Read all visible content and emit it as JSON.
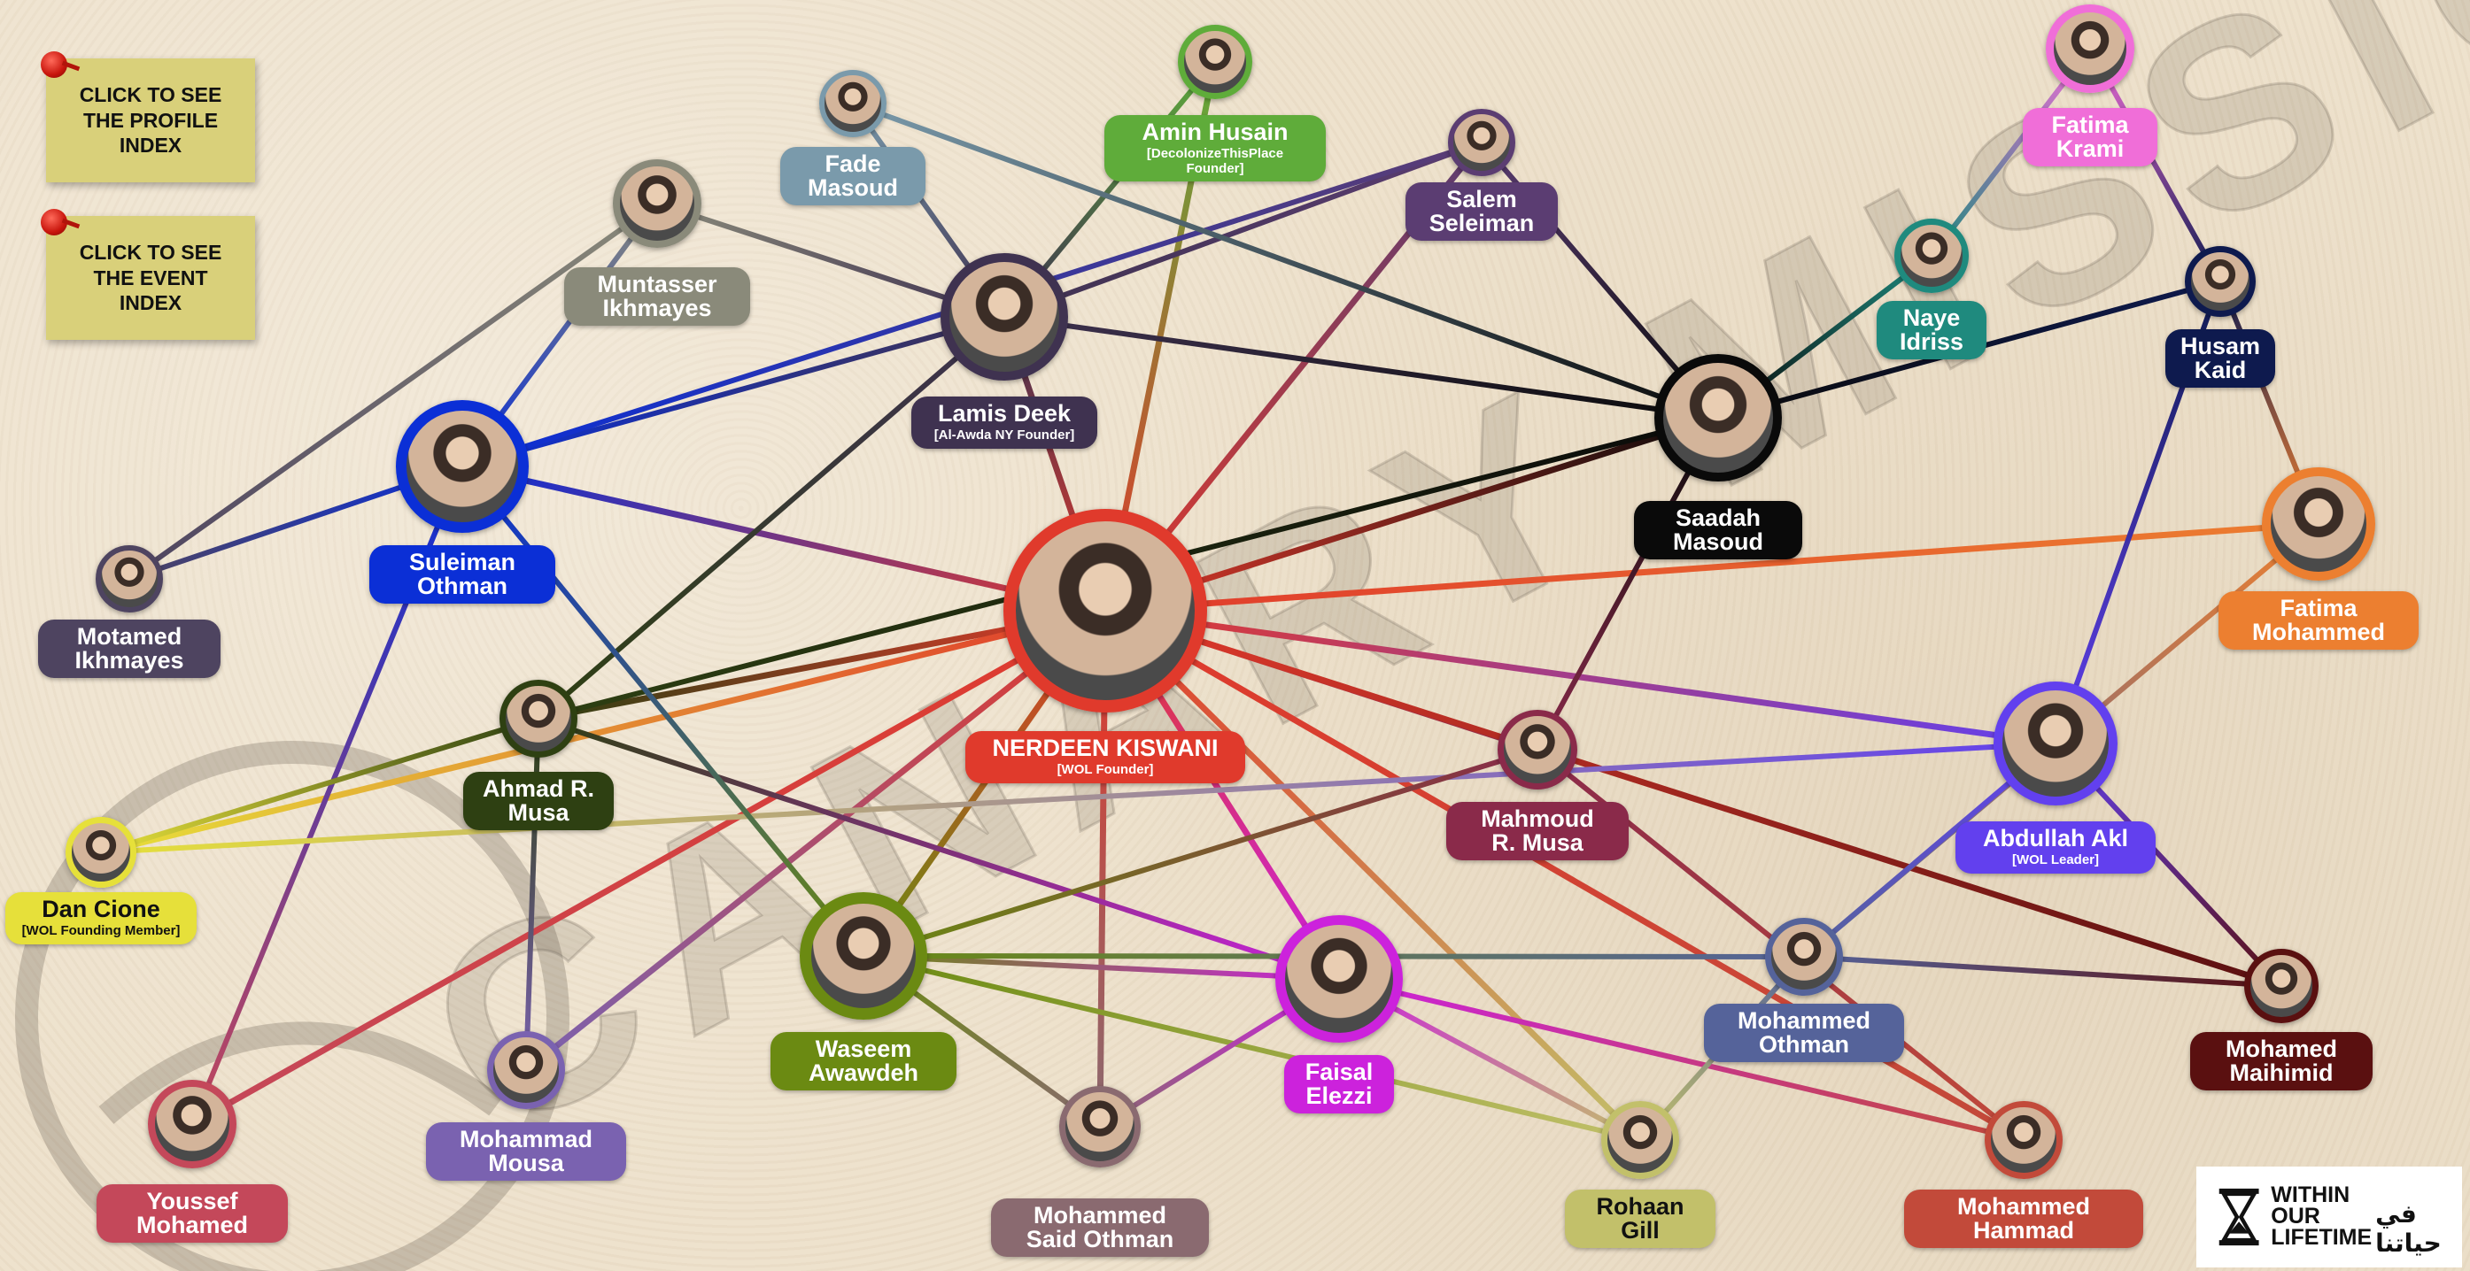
{
  "notes": [
    {
      "id": "profile-index",
      "text": "CLICK TO SEE\nTHE PROFILE\nINDEX"
    },
    {
      "id": "event-index",
      "text": "CLICK TO SEE\nTHE EVENT\nINDEX"
    }
  ],
  "watermark": "CANARY MISSION",
  "logo": {
    "line1": "WITHIN",
    "line2": "OUR",
    "line3": "LIFETIME",
    "arabic": "في حياتنا"
  },
  "people": [
    {
      "id": "nerdeen",
      "name": "NERDEEN KISWANI",
      "sub": "[WOL Founder]",
      "color": "#e03a2c"
    },
    {
      "id": "lamis",
      "name": "Lamis Deek",
      "sub": "[Al-Awda NY Founder]",
      "color": "#3f3250"
    },
    {
      "id": "amin",
      "name": "Amin Husain",
      "sub": "[DecolonizeThisPlace Founder]",
      "color": "#5fac3a"
    },
    {
      "id": "fade",
      "name": "Fade\nMasoud",
      "sub": "",
      "color": "#7a9aab"
    },
    {
      "id": "muntasser",
      "name": "Muntasser\nIkhmayes",
      "sub": "",
      "color": "#8a8a7a"
    },
    {
      "id": "salem",
      "name": "Salem\nSeleiman",
      "sub": "",
      "color": "#5b3d72"
    },
    {
      "id": "fatimak",
      "name": "Fatima\nKrami",
      "sub": "",
      "color": "#f06ed8"
    },
    {
      "id": "naye",
      "name": "Naye\nIdriss",
      "sub": "",
      "color": "#1f8a7e"
    },
    {
      "id": "husam",
      "name": "Husam\nKaid",
      "sub": "",
      "color": "#0e1a4e"
    },
    {
      "id": "saadah",
      "name": "Saadah\nMasoud",
      "sub": "",
      "color": "#0a0a0a"
    },
    {
      "id": "suleiman",
      "name": "Suleiman\nOthman",
      "sub": "",
      "color": "#0b2fd6"
    },
    {
      "id": "motamed",
      "name": "Motamed\nIkhmayes",
      "sub": "",
      "color": "#4e4460"
    },
    {
      "id": "fatimam",
      "name": "Fatima\nMohammed",
      "sub": "",
      "color": "#ec7f30"
    },
    {
      "id": "ahmad",
      "name": "Ahmad R.\nMusa",
      "sub": "",
      "color": "#2e4012"
    },
    {
      "id": "dan",
      "name": "Dan Cione",
      "sub": "[WOL Founding Member]",
      "color": "#e6e03a"
    },
    {
      "id": "mahmoud",
      "name": "Mahmoud\nR. Musa",
      "sub": "",
      "color": "#8a2a4a"
    },
    {
      "id": "abdullah",
      "name": "Abdullah Akl",
      "sub": "[WOL Leader]",
      "color": "#6240ee"
    },
    {
      "id": "waseem",
      "name": "Waseem\nAwawdeh",
      "sub": "",
      "color": "#6b8a12"
    },
    {
      "id": "faisal",
      "name": "Faisal\nElezzi",
      "sub": "",
      "color": "#cc22dc"
    },
    {
      "id": "mohothman",
      "name": "Mohammed\nOthman",
      "sub": "",
      "color": "#55639a"
    },
    {
      "id": "maihimid",
      "name": "Mohamed\nMaihimid",
      "sub": "",
      "color": "#5a1010"
    },
    {
      "id": "youssef",
      "name": "Youssef\nMohamed",
      "sub": "",
      "color": "#c4485a"
    },
    {
      "id": "mousa",
      "name": "Mohammad\nMousa",
      "sub": "",
      "color": "#7a62b0"
    },
    {
      "id": "said",
      "name": "Mohammed\nSaid Othman",
      "sub": "",
      "color": "#8a6a70"
    },
    {
      "id": "rohaan",
      "name": "Rohaan\nGill",
      "sub": "",
      "color": "#c2c06a"
    },
    {
      "id": "hammad",
      "name": "Mohammed\nHammad",
      "sub": "",
      "color": "#c24a3a"
    }
  ],
  "connections": [
    [
      "nerdeen",
      "lamis"
    ],
    [
      "nerdeen",
      "amin"
    ],
    [
      "nerdeen",
      "salem"
    ],
    [
      "nerdeen",
      "saadah"
    ],
    [
      "nerdeen",
      "suleiman"
    ],
    [
      "nerdeen",
      "fatimam"
    ],
    [
      "nerdeen",
      "ahmad"
    ],
    [
      "nerdeen",
      "dan"
    ],
    [
      "nerdeen",
      "mahmoud"
    ],
    [
      "nerdeen",
      "abdullah"
    ],
    [
      "nerdeen",
      "waseem"
    ],
    [
      "nerdeen",
      "faisal"
    ],
    [
      "nerdeen",
      "youssef"
    ],
    [
      "nerdeen",
      "said"
    ],
    [
      "nerdeen",
      "rohaan"
    ],
    [
      "nerdeen",
      "mousa"
    ],
    [
      "nerdeen",
      "maihimid"
    ],
    [
      "nerdeen",
      "hammad"
    ],
    [
      "lamis",
      "fade"
    ],
    [
      "lamis",
      "amin"
    ],
    [
      "lamis",
      "salem"
    ],
    [
      "lamis",
      "saadah"
    ],
    [
      "lamis",
      "suleiman"
    ],
    [
      "lamis",
      "muntasser"
    ],
    [
      "lamis",
      "ahmad"
    ],
    [
      "suleiman",
      "muntasser"
    ],
    [
      "suleiman",
      "motamed"
    ],
    [
      "suleiman",
      "youssef"
    ],
    [
      "suleiman",
      "salem"
    ],
    [
      "muntasser",
      "motamed"
    ],
    [
      "fade",
      "saadah"
    ],
    [
      "salem",
      "saadah"
    ],
    [
      "saadah",
      "naye"
    ],
    [
      "saadah",
      "husam"
    ],
    [
      "saadah",
      "ahmad"
    ],
    [
      "saadah",
      "mahmoud"
    ],
    [
      "naye",
      "fatimak"
    ],
    [
      "fatimak",
      "husam"
    ],
    [
      "husam",
      "fatimam"
    ],
    [
      "husam",
      "abdullah"
    ],
    [
      "fatimam",
      "mohothman"
    ],
    [
      "abdullah",
      "mohothman"
    ],
    [
      "abdullah",
      "dan"
    ],
    [
      "abdullah",
      "maihimid"
    ],
    [
      "ahmad",
      "dan"
    ],
    [
      "ahmad",
      "mousa"
    ],
    [
      "ahmad",
      "faisal"
    ],
    [
      "mahmoud",
      "waseem"
    ],
    [
      "mahmoud",
      "hammad"
    ],
    [
      "waseem",
      "faisal"
    ],
    [
      "waseem",
      "rohaan"
    ],
    [
      "waseem",
      "said"
    ],
    [
      "faisal",
      "said"
    ],
    [
      "faisal",
      "hammad"
    ],
    [
      "faisal",
      "rohaan"
    ],
    [
      "mohothman",
      "rohaan"
    ],
    [
      "mohothman",
      "maihimid"
    ],
    [
      "waseem",
      "suleiman"
    ],
    [
      "waseem",
      "mohothman"
    ]
  ]
}
